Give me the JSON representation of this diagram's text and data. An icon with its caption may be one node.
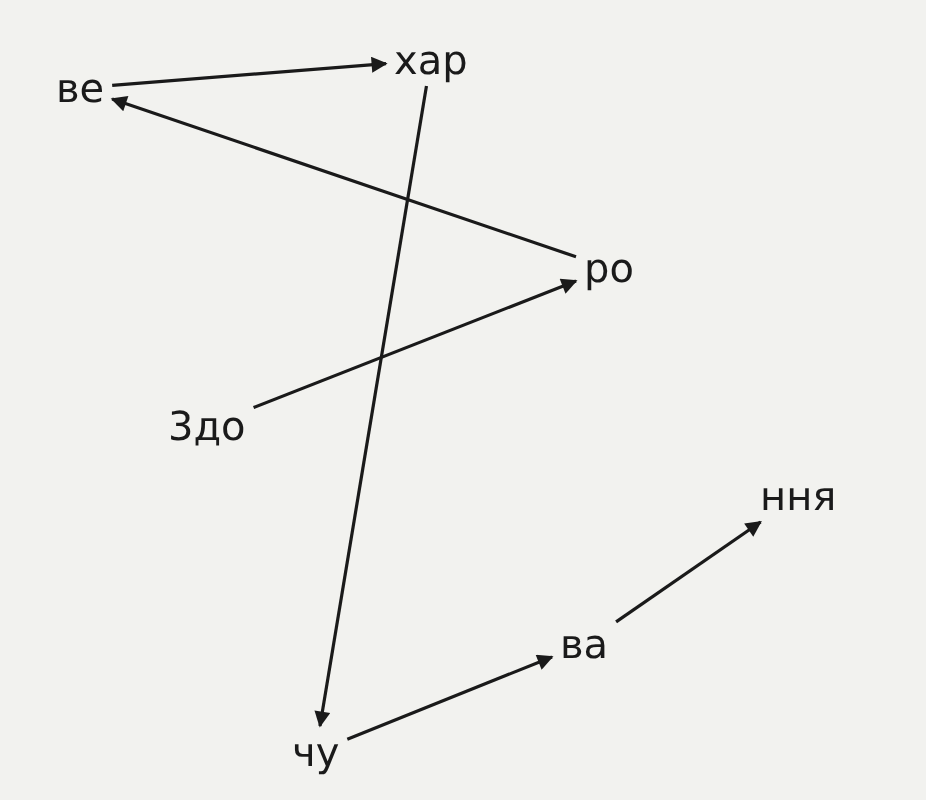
{
  "diagram": {
    "nodes": [
      {
        "text": [
          "ве"
        ]
      },
      {
        "text": [
          "хар"
        ]
      },
      {
        "text": [
          "ро"
        ]
      },
      {
        "text": [
          "3до"
        ]
      },
      {
        "text": [
          "чу"
        ]
      },
      {
        "text": [
          "ва"
        ]
      },
      {
        "text": [
          "ння"
        ]
      }
    ],
    "edges": [
      {
        "from": 0,
        "to": 1,
        "arrow": "to"
      },
      {
        "from": 2,
        "to": 0,
        "arrow": "to"
      },
      {
        "from": 1,
        "to": 4,
        "arrow": "to"
      },
      {
        "from": 3,
        "to": 2,
        "arrow": "to"
      },
      {
        "from": 4,
        "to": 5,
        "arrow": "to"
      },
      {
        "from": 5,
        "to": 6,
        "arrow": "to"
      }
    ]
  }
}
